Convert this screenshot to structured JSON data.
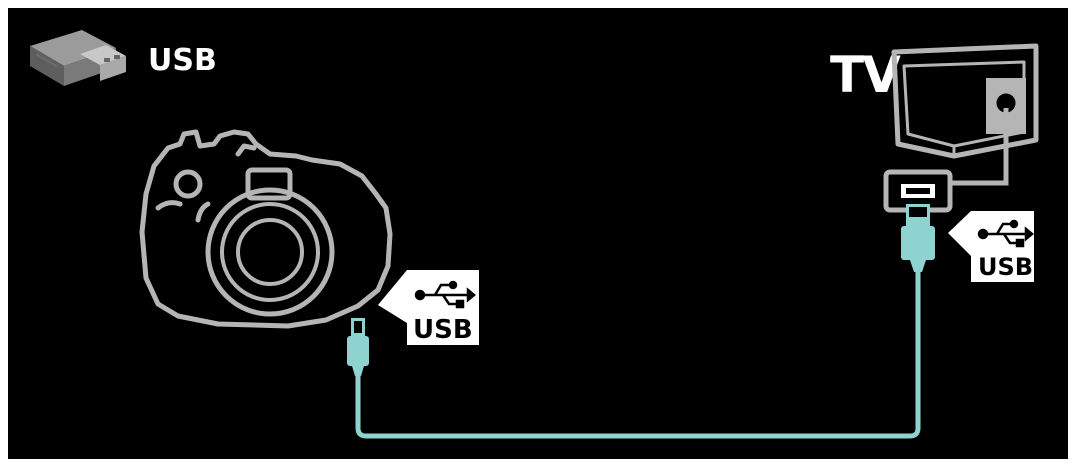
{
  "header": {
    "usb_label": "USB",
    "tv_label": "TV"
  },
  "camera_port": {
    "badge_text": "USB",
    "icon": "usb-trident-icon"
  },
  "tv_port": {
    "badge_text": "USB",
    "icon": "usb-trident-icon"
  },
  "devices": {
    "left": "camera-icon",
    "right": "tv-icon",
    "top_left": "usb-stick-icon"
  },
  "colors": {
    "background": "#000000",
    "outline": "#b5b5b5",
    "cable": "#8fd3d1",
    "badge": "#ffffff",
    "badge_text": "#000000"
  }
}
